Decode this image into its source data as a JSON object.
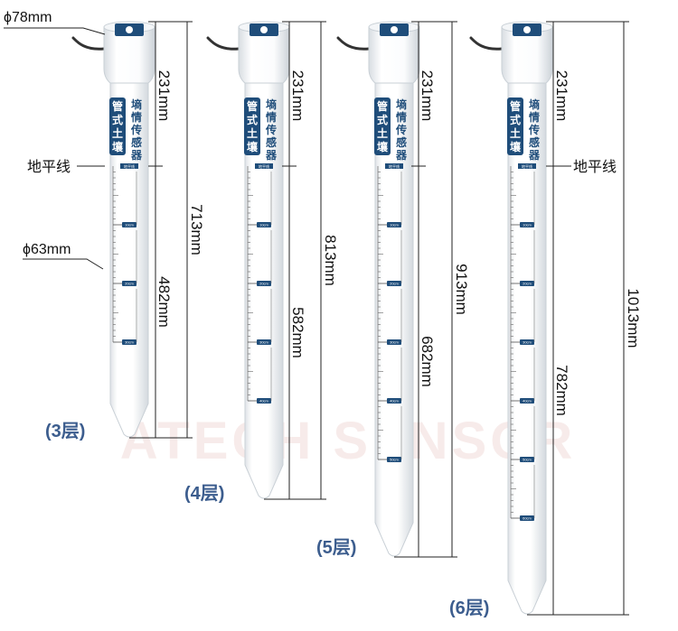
{
  "annotations": {
    "cap_diameter": "ϕ78mm",
    "tube_diameter": "ϕ63mm",
    "ground_line_left": "地平线",
    "ground_line_right": "地平线"
  },
  "watermark": "ATECH SENSOR",
  "sensor_label": {
    "vertical_badge": [
      "管",
      "式",
      "土",
      "壤"
    ],
    "vertical_text": [
      "墒",
      "情",
      "传",
      "感",
      "器"
    ],
    "ground_mark": "地平线"
  },
  "scale_labels": [
    "10cm",
    "20cm",
    "30cm",
    "40cm",
    "50cm",
    "60cm"
  ],
  "probes": [
    {
      "layer_label": "(3层)",
      "top_dim": "231mm",
      "below_dim": "482mm",
      "total_dim": "713mm",
      "marks": 3
    },
    {
      "layer_label": "(4层)",
      "top_dim": "231mm",
      "below_dim": "582mm",
      "total_dim": "813mm",
      "marks": 4
    },
    {
      "layer_label": "(5层)",
      "top_dim": "231mm",
      "below_dim": "682mm",
      "total_dim": "913mm",
      "marks": 5
    },
    {
      "layer_label": "(6层)",
      "top_dim": "231mm",
      "below_dim": "782mm",
      "total_dim": "1013mm",
      "marks": 6
    }
  ],
  "colors": {
    "label_blue": "#3c5d8e",
    "badge_blue": "#1f4d7a",
    "line": "#222222",
    "tube_edge": "#c9d0d6",
    "watermark": "#f0d9d6"
  }
}
